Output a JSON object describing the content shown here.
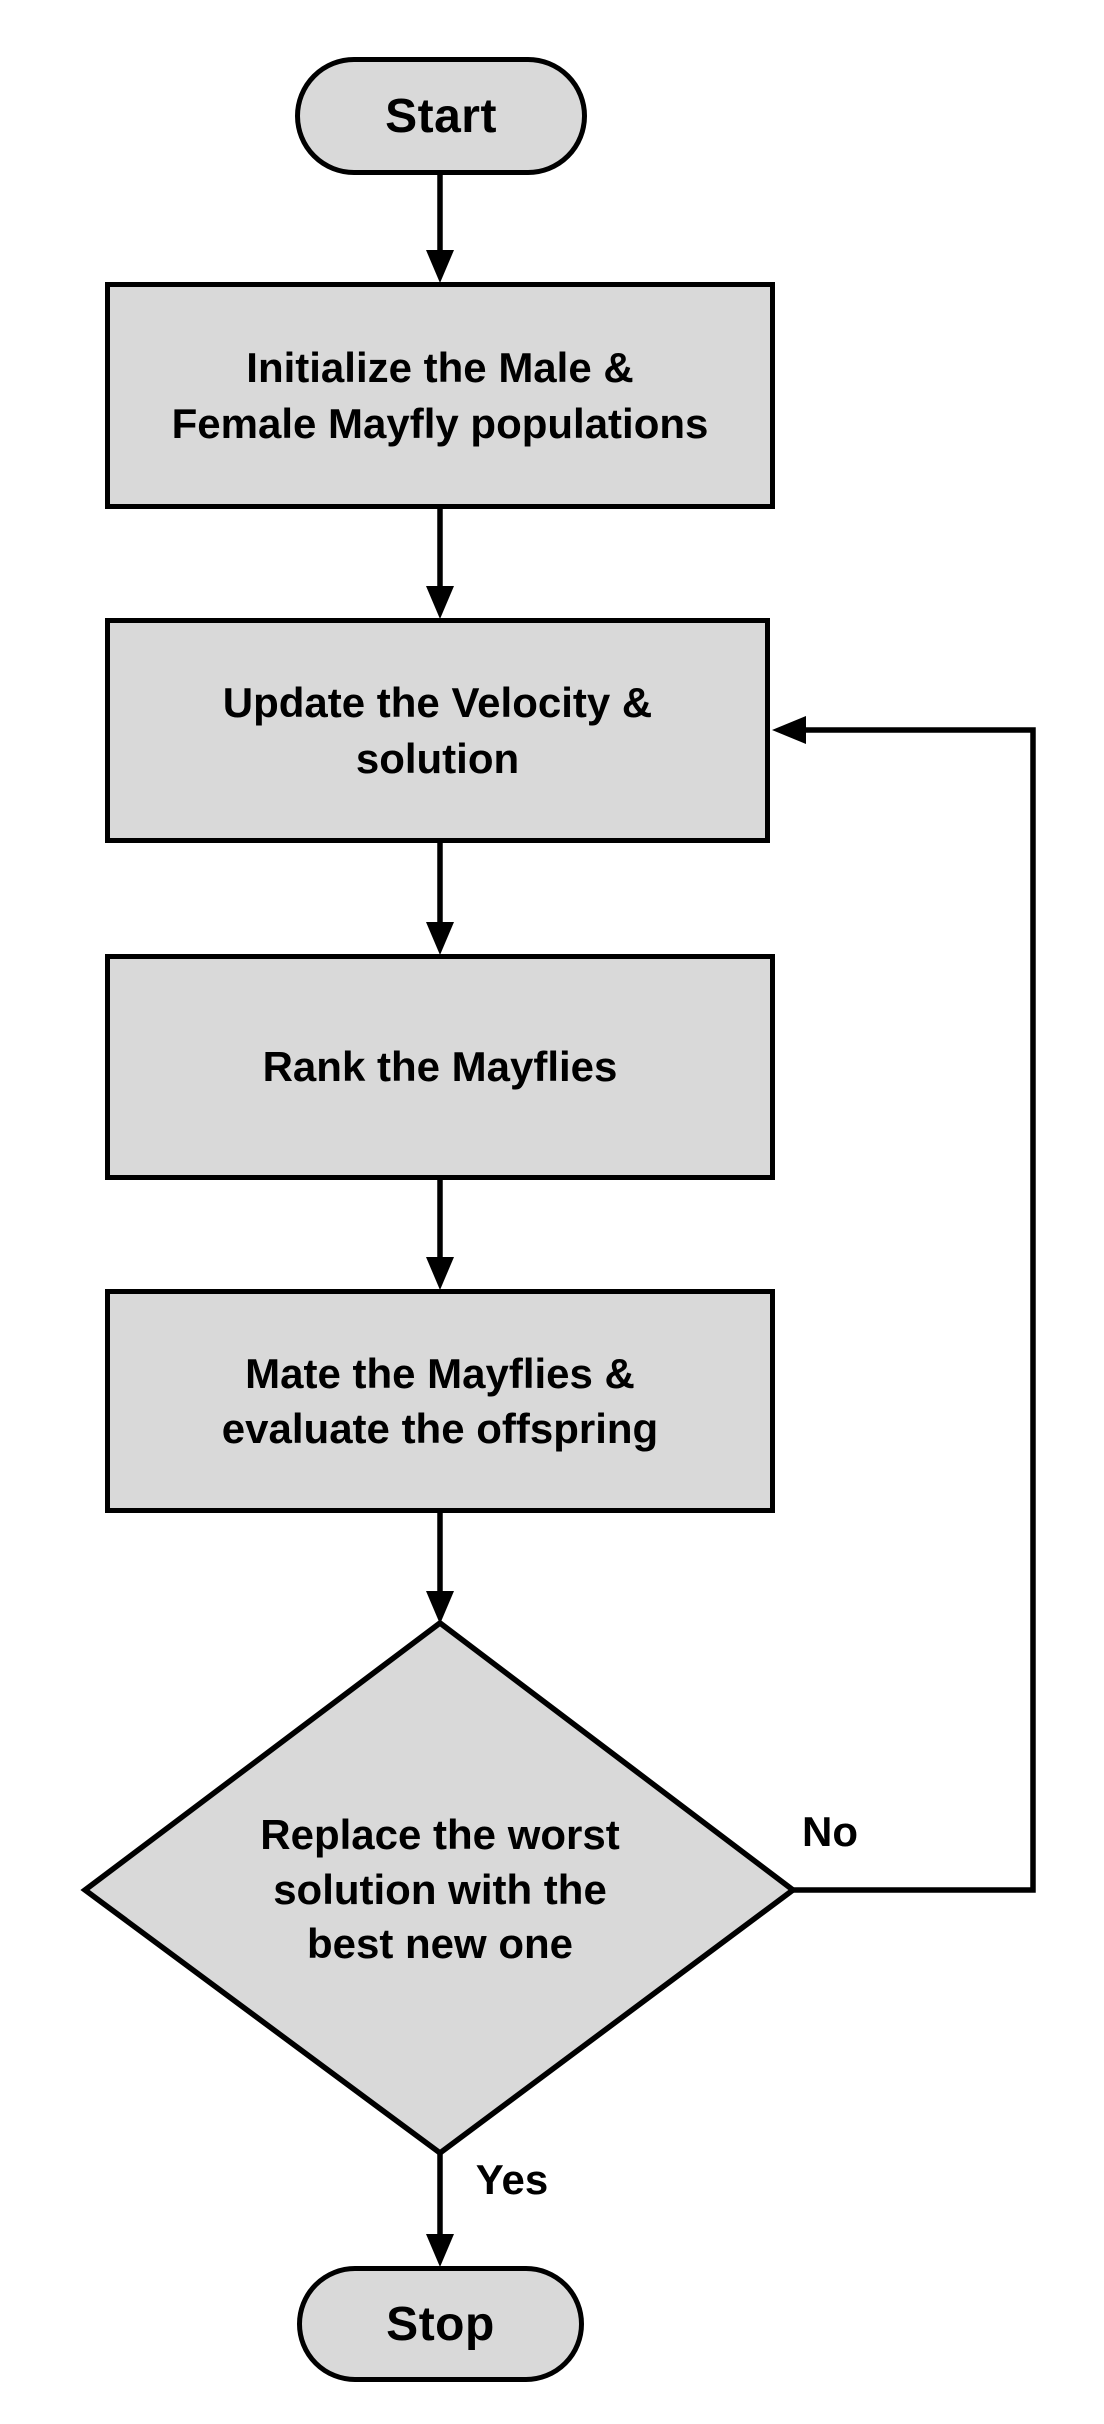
{
  "colors": {
    "node_fill": "#d9d9d9",
    "stroke": "#000000",
    "text": "#000000",
    "background": "#ffffff"
  },
  "nodes": {
    "start": {
      "label": "Start"
    },
    "initialize": {
      "line1": "Initialize the Male &",
      "line2": "Female Mayfly populations"
    },
    "update": {
      "line1": "Update the Velocity &",
      "line2": "solution"
    },
    "rank": {
      "label": "Rank the Mayflies"
    },
    "mate": {
      "line1": "Mate the Mayflies &",
      "line2": "evaluate the offspring"
    },
    "decision": {
      "line1": "Replace the worst",
      "line2": "solution with the",
      "line3": "best new one"
    },
    "stop": {
      "label": "Stop"
    }
  },
  "edge_labels": {
    "no": "No",
    "yes": "Yes"
  }
}
